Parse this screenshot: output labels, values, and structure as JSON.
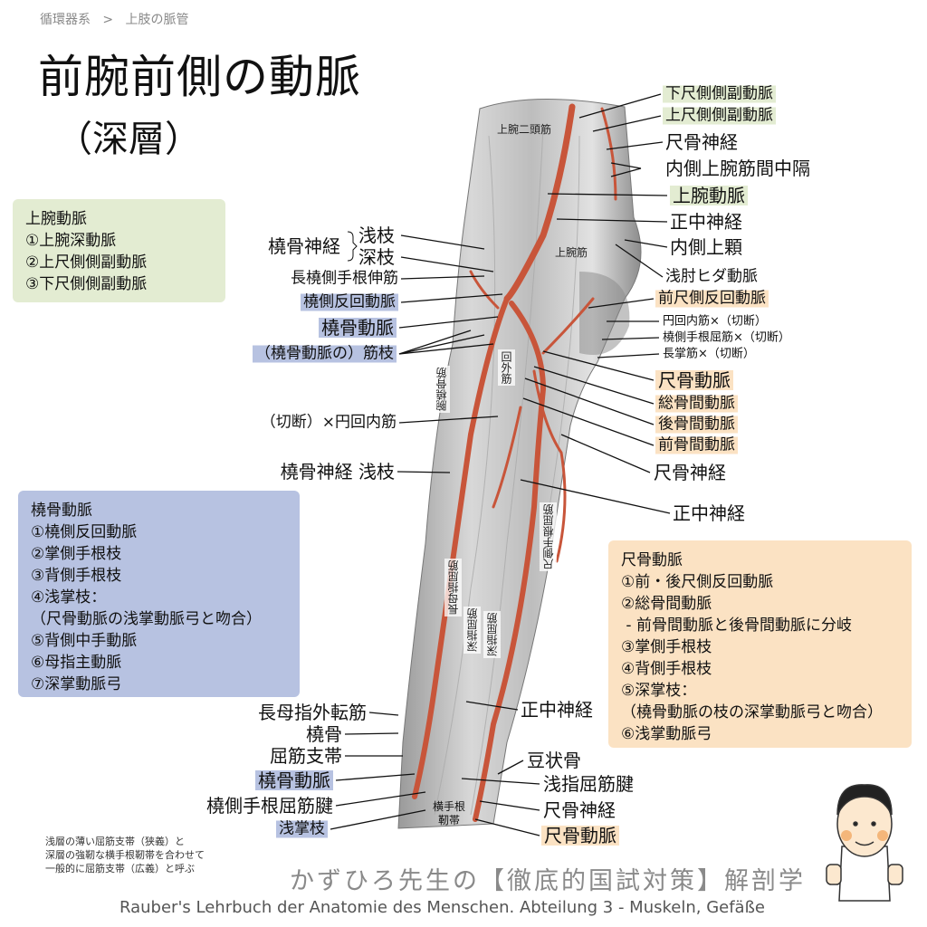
{
  "breadcrumb": {
    "section": "循環器系",
    "separator": ">",
    "page": "上肢の脈管"
  },
  "title": "前腕前側の動脈",
  "subtitle": "（深層）",
  "colors": {
    "green": "#e3ecd2",
    "blue": "#b7c2e1",
    "orange": "#fbe2c3",
    "artery": "#c8553a"
  },
  "boxes": {
    "brachial": {
      "heading": "上腕動脈",
      "items": [
        "①上腕深動脈",
        "②上尺側側副動脈",
        "③下尺側側副動脈"
      ]
    },
    "radial": {
      "heading": "橈骨動脈",
      "items": [
        "①橈側反回動脈",
        "②掌側手根枝",
        "③背側手根枝",
        "④浅掌枝：",
        "（尺骨動脈の浅掌動脈弓と吻合）",
        "⑤背側中手動脈",
        "⑥母指主動脈",
        "⑦深掌動脈弓"
      ]
    },
    "ulnar": {
      "heading": "尺骨動脈",
      "items": [
        "①前・後尺側反回動脈",
        "②総骨間動脈",
        " - 前骨間動脈と後骨間動脈に分岐",
        "③掌側手根枝",
        "④背側手根枝",
        "⑤深掌枝：",
        "（橈骨動脈の枝の深掌動脈弓と吻合）",
        "⑥浅掌動脈弓"
      ]
    }
  },
  "right_labels": [
    "下尺側側副動脈",
    "上尺側側副動脈",
    "尺骨神経",
    "内側上腕筋間中隔",
    "上腕動脈",
    "正中神経",
    "内側上顆",
    "浅肘ヒダ動脈",
    "前尺側反回動脈",
    "円回内筋×（切断）",
    "橈側手根屈筋×（切断）",
    "長掌筋×（切断）",
    "尺骨動脈",
    "総骨間動脈",
    "後骨間動脈",
    "前骨間動脈",
    "尺骨神経",
    "正中神経"
  ],
  "lower_right_labels": [
    "正中神経",
    "豆状骨",
    "浅指屈筋腱",
    "尺骨神経",
    "尺骨動脈"
  ],
  "left_labels": {
    "radial_nerve": "橈骨神経",
    "superficial": "浅枝",
    "deep": "深枝",
    "items": [
      "長橈側手根伸筋",
      "橈側反回動脈",
      "橈骨動脈",
      "（橈骨動脈の）筋枝",
      "（切断）×円回内筋",
      "橈骨神経 浅枝"
    ]
  },
  "lower_left_labels": [
    "長母指外転筋",
    "橈骨",
    "屈筋支帯",
    "橈骨動脈",
    "橈側手根屈筋腱",
    "浅掌枝"
  ],
  "muscle_labels": [
    "上腕二頭筋",
    "上腕筋",
    "腕橈骨筋",
    "回外筋",
    "長母指屈筋",
    "深指屈筋",
    "深指屈筋",
    "尺側手根屈筋",
    "横手根靭帯"
  ],
  "note": [
    "浅層の薄い屈筋支帯（狭義）と",
    "深層の強靭な横手根靭帯を合わせて",
    "一般的に屈筋支帯（広義）と呼ぶ"
  ],
  "brand": "かずひろ先生の【徹底的国試対策】解剖学",
  "credit": "Rauber's Lehrbuch der Anatomie des Menschen. Abteilung 3 - Muskeln, Gefäße"
}
